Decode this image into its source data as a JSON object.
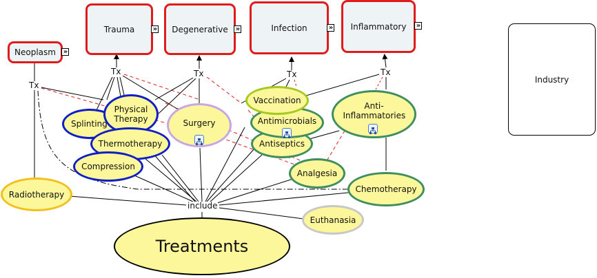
{
  "categories": [
    {
      "id": "neoplasm",
      "label": "Neoplasm"
    },
    {
      "id": "trauma",
      "label": "Trauma"
    },
    {
      "id": "degenerative",
      "label": "Degenerative"
    },
    {
      "id": "infection",
      "label": "Infection"
    },
    {
      "id": "inflammatory",
      "label": "Inflammatory"
    }
  ],
  "link_labels": {
    "tx": "Tx",
    "include": "include"
  },
  "treatments": {
    "root": "Treatments",
    "items": [
      {
        "id": "splinting",
        "label": "Splinting"
      },
      {
        "id": "physical-therapy",
        "label": "Physical Therapy"
      },
      {
        "id": "thermotherapy",
        "label": "Thermotherapy"
      },
      {
        "id": "compression",
        "label": "Compression"
      },
      {
        "id": "surgery",
        "label": "Surgery"
      },
      {
        "id": "vaccination",
        "label": "Vaccination"
      },
      {
        "id": "antimicrobials",
        "label": "Antimicrobials"
      },
      {
        "id": "antiseptics",
        "label": "Antiseptics"
      },
      {
        "id": "anti-inflammatories",
        "label": "Anti-Inflammatories"
      },
      {
        "id": "analgesia",
        "label": "Analgesia"
      },
      {
        "id": "chemotherapy",
        "label": "Chemotherapy"
      },
      {
        "id": "radiotherapy",
        "label": "Radiotherapy"
      },
      {
        "id": "euthanasia",
        "label": "Euthanasia"
      }
    ]
  },
  "industry": {
    "label": "Industry"
  },
  "icons": {
    "expand": "double-chevron-right-icon",
    "submap": "hierarchy-submap-icon"
  },
  "colors": {
    "category_border": "#e01b1b",
    "physical_border": "#0f1fc4",
    "drug_border": "#3f8e5f",
    "surgery_border": "#c8a6e6",
    "vaccination_border": "#a6c91e",
    "radiotherapy_border": "#f2bf1c",
    "euthanasia_border": "#c8c8c8",
    "node_fill": "#fbf79a",
    "dashed_link": "#e01b1b"
  }
}
